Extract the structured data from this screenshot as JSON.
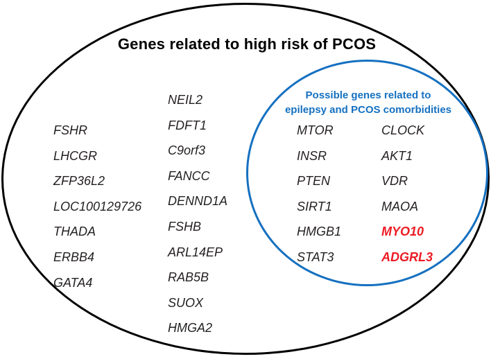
{
  "figure": {
    "title": "Genes related to high risk of PCOS"
  },
  "outer_set": {
    "description": "Genes related to high risk of PCOS",
    "genes_left": [
      "FSHR",
      "LHCGR",
      "ZFP36L2",
      "LOC100129726",
      "THADA",
      "ERBB4",
      "GATA4"
    ],
    "genes_middle": [
      "NEIL2",
      "FDFT1",
      "C9orf3",
      "FANCC",
      "DENND1A",
      "FSHB",
      "ARL14EP",
      "RAB5B",
      "SUOX",
      "HMGA2"
    ]
  },
  "inner_set": {
    "label_line1": "Possible genes related to",
    "label_line2": "epilepsy and PCOS comorbidities",
    "genes_col1": [
      "MTOR",
      "INSR",
      "PTEN",
      "SIRT1",
      "HMGB1",
      "STAT3"
    ],
    "genes_col2": [
      "CLOCK",
      "AKT1",
      "VDR",
      "MAOA",
      "MYO10",
      "ADGRL3"
    ],
    "highlighted_genes": [
      "MYO10",
      "ADGRL3"
    ]
  },
  "colors": {
    "outer_outline": "#000000",
    "inner_outline": "#1570c0",
    "inner_label_text": "#1570c0",
    "gene_text": "#231f20",
    "highlight_text": "#ec1c24",
    "background": "#ffffff"
  }
}
